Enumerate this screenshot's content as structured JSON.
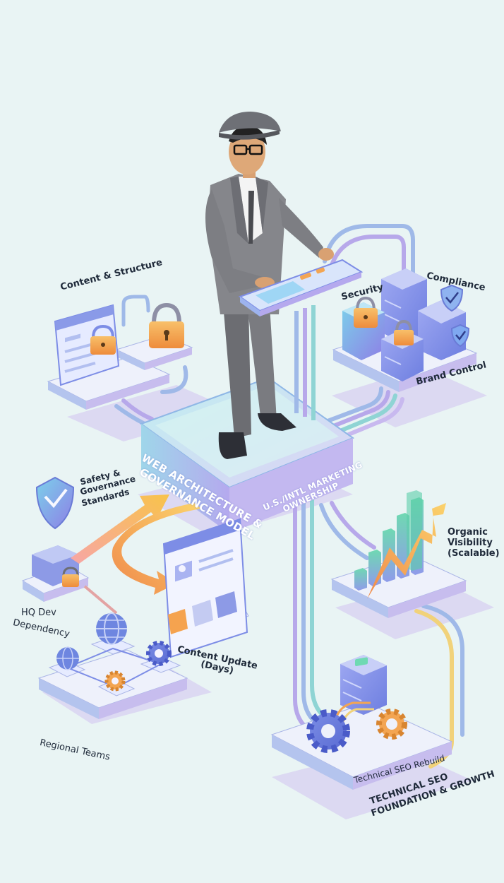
{
  "labels": {
    "content_structure": "Content & Structure",
    "security": "Security",
    "compliance": "Compliance",
    "brand_control": "Brand Control",
    "safety_1": "Safety &",
    "safety_2": "Governance",
    "safety_3": "Standards",
    "hq_1": "HQ Dev",
    "hq_2": "Dependency",
    "content_update_1": "Content Update",
    "content_update_2": "(Days)",
    "regional_teams": "Regional Teams",
    "organic_1": "Organic",
    "organic_2": "Visibility",
    "organic_3": "(Scalable)",
    "technical_seo_rebuild": "Technical SEO Rebuild",
    "tech_foundation_1": "TECHNICAL SEO",
    "tech_foundation_2": "FOUNDATION & GROWTH"
  },
  "platform": {
    "left_line1": "WEB ARCHITECTURE &",
    "left_line2": "GOVERNANCE MODEL",
    "right_line1": "U.S./INTL MARKETING",
    "right_line2": "OWNERSHIP"
  },
  "colors": {
    "background": "#e9f4f4",
    "platform_top": "#cfeef0",
    "platform_side": "#b9b6ee",
    "server_blue": "#7d8de6",
    "lock_orange": "#f3a552",
    "arrow_orange": "#f59a4a",
    "suit_gray": "#7a7b80",
    "chart_green": "#5ccda8"
  }
}
